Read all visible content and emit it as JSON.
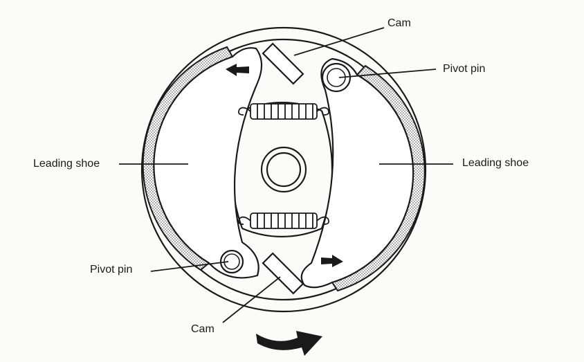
{
  "labels": {
    "cam_top": "Cam",
    "pivot_pin_right": "Pivot pin",
    "leading_shoe_left": "Leading shoe",
    "leading_shoe_right": "Leading shoe",
    "pivot_pin_left": "Pivot pin",
    "cam_bottom": "Cam"
  },
  "colors": {
    "ink": "#1a1a1a",
    "paper": "#fbfbfa",
    "lining": "#cfcfcf"
  }
}
